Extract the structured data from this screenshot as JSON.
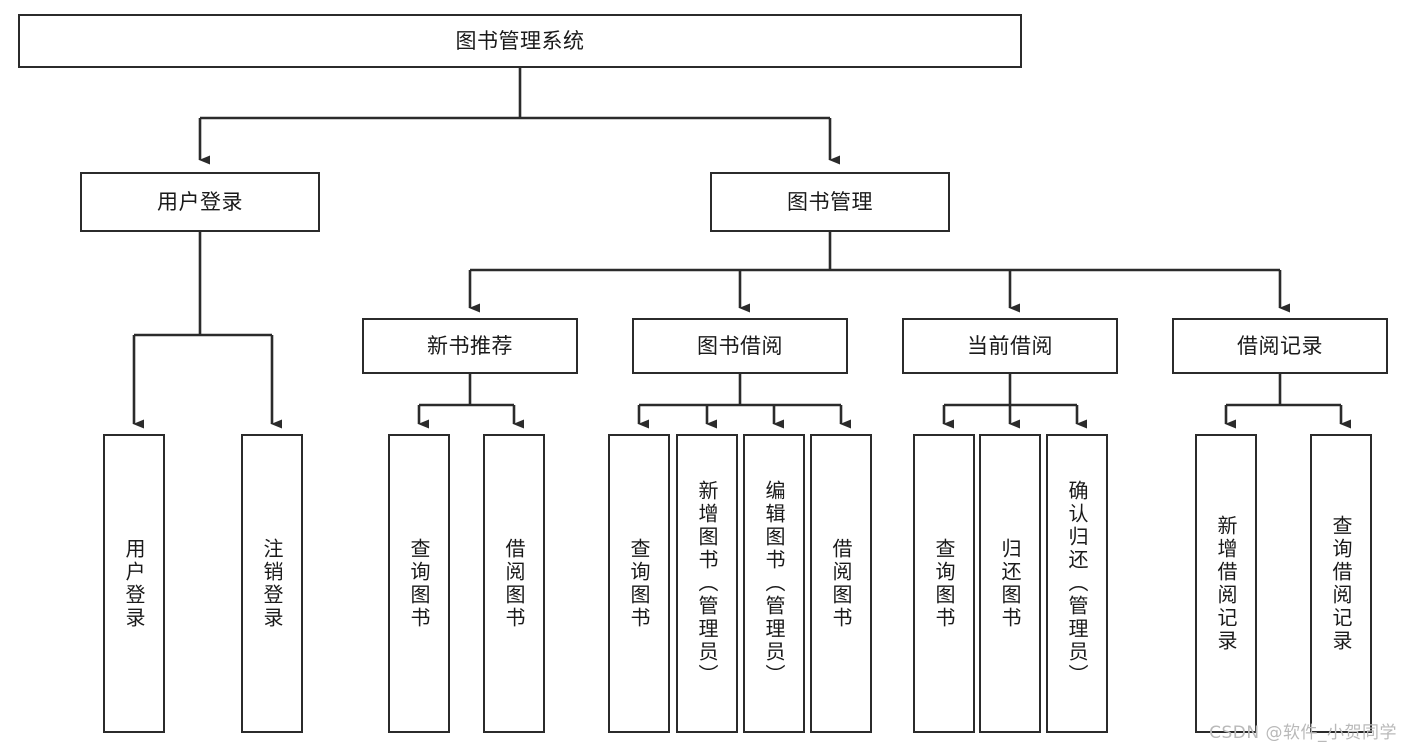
{
  "diagram": {
    "title": "图书管理系统",
    "type": "tree-hierarchy",
    "watermark": "CSDN @软件_小贺同学",
    "colors": {
      "stroke": "#2b2b2b",
      "fill": "#ffffff",
      "text": "#1a1a1a",
      "watermark": "#b9b9b9"
    },
    "nodes": {
      "root": {
        "label": "图书管理系统",
        "level": 0,
        "orientation": "horizontal"
      },
      "level2": [
        {
          "id": "user-login",
          "label": "用户登录",
          "orientation": "horizontal"
        },
        {
          "id": "book-manage",
          "label": "图书管理",
          "orientation": "horizontal"
        }
      ],
      "level3": [
        {
          "id": "new-book-recommend",
          "label": "新书推荐",
          "orientation": "horizontal"
        },
        {
          "id": "book-borrow",
          "label": "图书借阅",
          "orientation": "horizontal"
        },
        {
          "id": "current-borrow",
          "label": "当前借阅",
          "orientation": "horizontal"
        },
        {
          "id": "borrow-record",
          "label": "借阅记录",
          "orientation": "horizontal"
        }
      ],
      "leaves": [
        {
          "id": "leaf-user-login",
          "parent": "user-login",
          "label": "用户登录",
          "orientation": "vertical"
        },
        {
          "id": "leaf-user-logout",
          "parent": "user-login",
          "label": "注销登录",
          "orientation": "vertical"
        },
        {
          "id": "leaf-query-book-1",
          "parent": "new-book-recommend",
          "label": "查询图书",
          "orientation": "vertical"
        },
        {
          "id": "leaf-borrow-book-1",
          "parent": "new-book-recommend",
          "label": "借阅图书",
          "orientation": "vertical"
        },
        {
          "id": "leaf-query-book-2",
          "parent": "book-borrow",
          "label": "查询图书",
          "orientation": "vertical"
        },
        {
          "id": "leaf-add-book",
          "parent": "book-borrow",
          "label": "新增图书（管理员）",
          "orientation": "vertical"
        },
        {
          "id": "leaf-edit-book",
          "parent": "book-borrow",
          "label": "编辑图书（管理员）",
          "orientation": "vertical"
        },
        {
          "id": "leaf-borrow-book-2",
          "parent": "book-borrow",
          "label": "借阅图书",
          "orientation": "vertical"
        },
        {
          "id": "leaf-query-book-3",
          "parent": "current-borrow",
          "label": "查询图书",
          "orientation": "vertical"
        },
        {
          "id": "leaf-return-book",
          "parent": "current-borrow",
          "label": "归还图书",
          "orientation": "vertical"
        },
        {
          "id": "leaf-confirm-return",
          "parent": "current-borrow",
          "label": "确认归还（管理员）",
          "orientation": "vertical"
        },
        {
          "id": "leaf-add-record",
          "parent": "borrow-record",
          "label": "新增借阅记录",
          "orientation": "vertical"
        },
        {
          "id": "leaf-query-record",
          "parent": "borrow-record",
          "label": "查询借阅记录",
          "orientation": "vertical"
        }
      ]
    }
  }
}
